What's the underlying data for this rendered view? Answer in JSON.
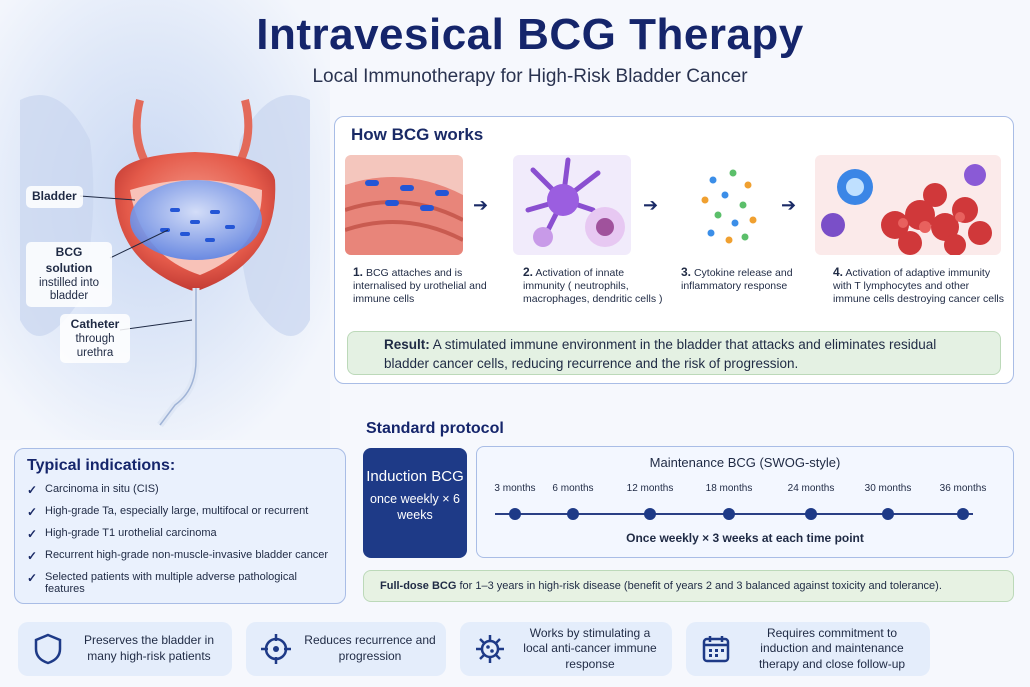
{
  "header": {
    "title": "Intravesical BCG Therapy",
    "subtitle": "Local Immunotherapy for High-Risk Bladder Cancer"
  },
  "anatomy": {
    "bladder_label": "Bladder",
    "bcg_label": "BCG solution",
    "bcg_sub": "instilled into bladder",
    "catheter_label": "Catheter",
    "catheter_sub": "through urethra"
  },
  "how": {
    "title": "How BCG works",
    "steps": [
      {
        "num": "1.",
        "text": "BCG attaches and is internalised by urothelial and immune cells"
      },
      {
        "num": "2.",
        "text": "Activation of innate immunity ( neutrophils, macrophages, dendritic cells )"
      },
      {
        "num": "3.",
        "text": "Cytokine release and inflammatory response"
      },
      {
        "num": "4.",
        "text": "Activation of adaptive immunity with T lymphocytes and other immune cells destroying cancer cells"
      }
    ],
    "result_label": "Result:",
    "result_text": "A stimulated immune environment in the bladder that attacks and eliminates residual bladder cancer cells, reducing recurrence and the risk of progression."
  },
  "indications": {
    "title": "Typical indications:",
    "items": [
      "Carcinoma in situ (CIS)",
      "High-grade Ta, especially large, multifocal or recurrent",
      "High-grade T1 urothelial carcinoma",
      "Recurrent high-grade non-muscle-invasive bladder cancer",
      "Selected patients with multiple adverse pathological features"
    ]
  },
  "protocol": {
    "title": "Standard protocol",
    "induction_title": "Induction BCG",
    "induction_sub": "once weekly × 6 weeks",
    "maintenance_title": "Maintenance BCG  (SWOG-style)",
    "timepoints": [
      "3 months",
      "6 months",
      "12 months",
      "18 months",
      "24 months",
      "30 months",
      "36 months"
    ],
    "maintenance_foot": "Once weekly × 3 weeks at each time point",
    "fulldose_label": "Full-dose BCG",
    "fulldose_text": "for 1–3 years in high-risk disease (benefit of years 2 and 3 balanced against toxicity and tolerance)."
  },
  "benefits": [
    {
      "icon": "shield-icon",
      "text": "Preserves the bladder in many high-risk patients"
    },
    {
      "icon": "target-icon",
      "text": "Reduces recurrence and progression"
    },
    {
      "icon": "virus-icon",
      "text": "Works by stimulating a local anti-cancer immune response"
    },
    {
      "icon": "calendar-icon",
      "text": "Requires commitment to induction and maintenance therapy and close follow-up"
    }
  ],
  "colors": {
    "navy": "#15256b",
    "accent_blue": "#1e3a87",
    "result_green": "#e4f1e3",
    "panel_border": "#a9bde6"
  }
}
